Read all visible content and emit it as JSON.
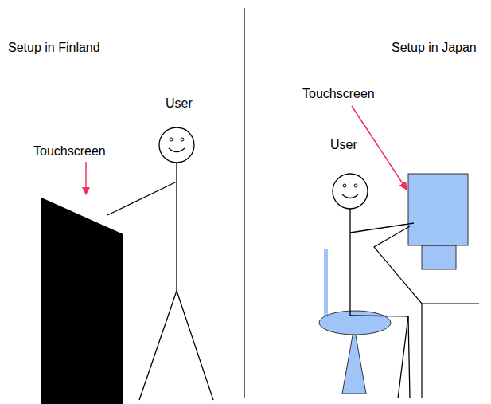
{
  "diagram": {
    "labels": [
      "Setup in Finland",
      "Setup in Japan",
      "Touchscreen",
      "User",
      "Touchscreen",
      "User"
    ]
  }
}
